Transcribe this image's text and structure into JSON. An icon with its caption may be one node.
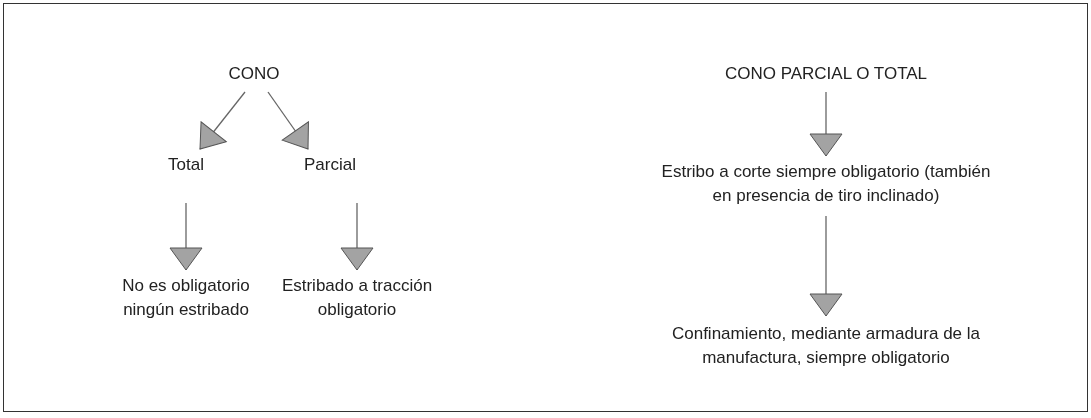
{
  "diagram": {
    "nodes": [
      {
        "text": [
          "CONO"
        ]
      },
      {
        "text": [
          "Total"
        ]
      },
      {
        "text": [
          "Parcial"
        ]
      },
      {
        "text": [
          "No es obligatorio ningún estribado"
        ]
      },
      {
        "text": [
          "Estribado a tracción obligatorio"
        ]
      },
      {
        "text": [
          "CONO PARCIAL O TOTAL"
        ]
      },
      {
        "text": [
          "Estribo a corte siempre obligatorio (también en presencia de tiro inclinado)"
        ]
      },
      {
        "text": [
          "Confinamiento, mediante armadura de la manufactura, siempre obligatorio"
        ]
      }
    ],
    "edges": [
      {
        "from": 0,
        "to": 1,
        "arrow": "to"
      },
      {
        "from": 0,
        "to": 2,
        "arrow": "to"
      },
      {
        "from": 1,
        "to": 3,
        "arrow": "to"
      },
      {
        "from": 2,
        "to": 4,
        "arrow": "to"
      },
      {
        "from": 5,
        "to": 6,
        "arrow": "to"
      },
      {
        "from": 6,
        "to": 7,
        "arrow": "to"
      }
    ]
  }
}
